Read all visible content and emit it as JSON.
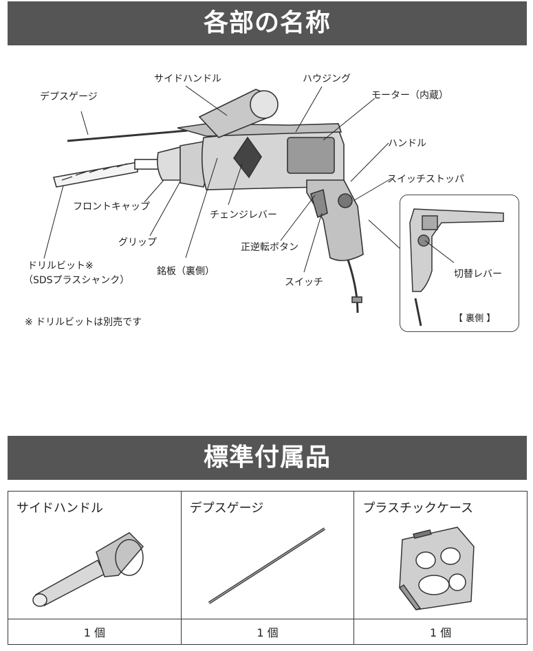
{
  "sections": {
    "parts_title": "各部の名称",
    "accessories_title": "標準付属品"
  },
  "parts": {
    "depth_gauge": "デプスゲージ",
    "side_handle": "サイドハンドル",
    "housing": "ハウジング",
    "motor": "モーター（内蔵）",
    "handle": "ハンドル",
    "switch_stopper": "スイッチストッパ",
    "front_cap": "フロントキャップ",
    "change_lever": "チェンジレバー",
    "grip": "グリップ",
    "reverse_button": "正逆転ボタン",
    "drill_bit_line1": "ドリルビット※",
    "drill_bit_line2": "（SDSプラスシャンク）",
    "nameplate": "銘板（裏側）",
    "switch": "スイッチ",
    "switch_lever": "切替レバー",
    "back_side": "【 裏側 】",
    "note": "※ ドリルビットは別売です"
  },
  "accessories": [
    {
      "name": "サイドハンドル",
      "qty": "1 個",
      "icon": "side-handle-icon"
    },
    {
      "name": "デプスゲージ",
      "qty": "1 個",
      "icon": "depth-gauge-icon"
    },
    {
      "name": "プラスチックケース",
      "qty": "1 個",
      "icon": "plastic-case-icon"
    }
  ]
}
